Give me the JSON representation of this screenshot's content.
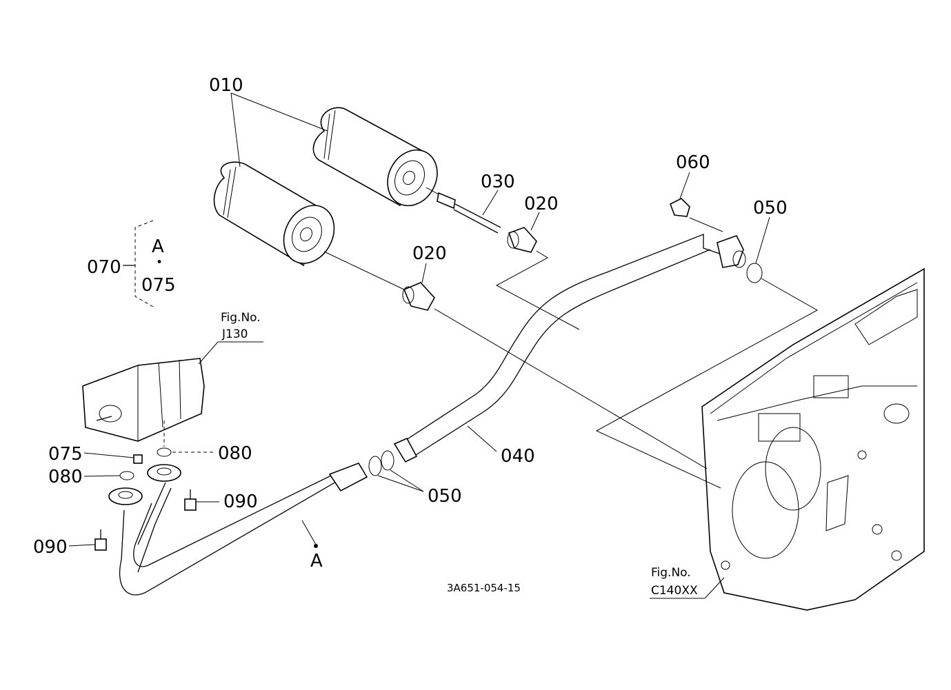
{
  "callouts": {
    "p010": "010",
    "p020a": "020",
    "p020b": "020",
    "p030": "030",
    "p040": "040",
    "p050a": "050",
    "p050b": "050",
    "p060": "060",
    "p070": "070",
    "p075a": "075",
    "p075b": "075",
    "p080a": "080",
    "p080b": "080",
    "p090a": "090",
    "p090b": "090"
  },
  "section_mark": {
    "bracket_letter": "A",
    "bracket_dot": "•",
    "pipe_marker": "A"
  },
  "figure_refs": {
    "pump_ref_label": "Fig.No.",
    "pump_ref_code": "J130",
    "housing_ref_label": "Fig.No.",
    "housing_ref_code": "C140XX"
  },
  "drawing_id": "3A651-054-15"
}
